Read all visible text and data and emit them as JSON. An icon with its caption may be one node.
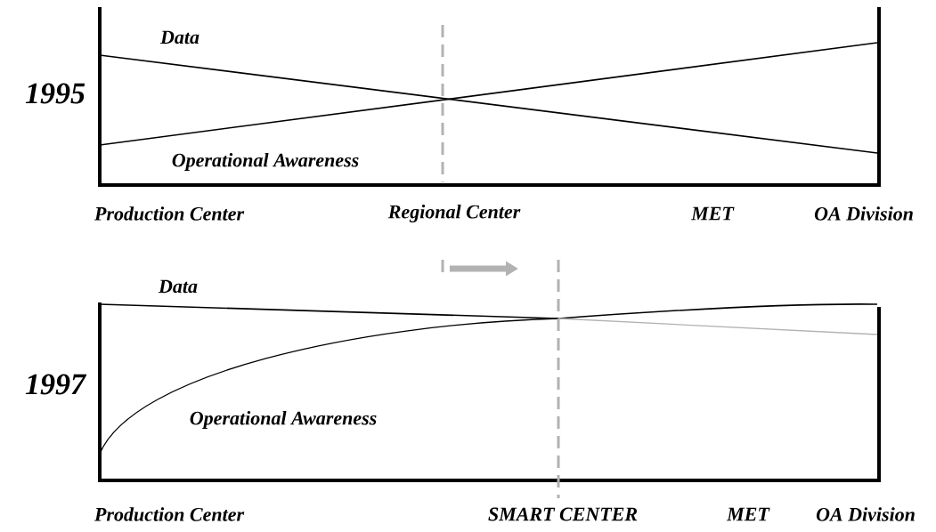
{
  "diagram": {
    "labels": [
      "Data",
      "1995",
      "Operational Awareness",
      "Production Center",
      "Regional Center",
      "MET",
      "OA Division",
      "Data",
      "1997",
      "Operational Awareness",
      "Production Center",
      "SMART CENTER",
      "MET",
      "OA Division"
    ]
  }
}
